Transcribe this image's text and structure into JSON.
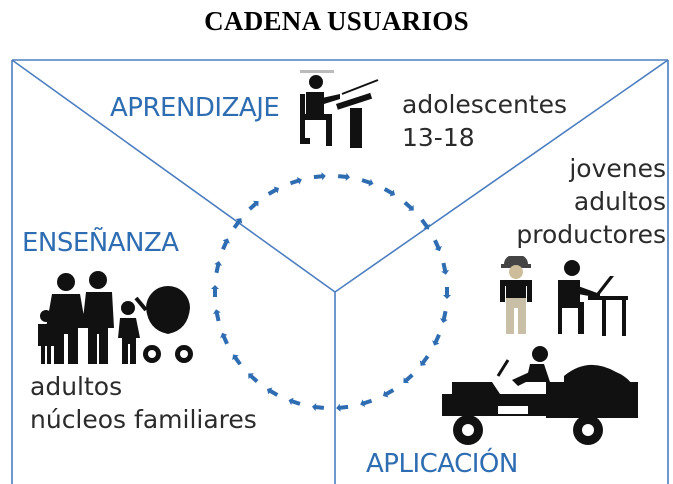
{
  "title": "CADENA USUARIOS",
  "sections": {
    "learning": {
      "label": "APRENDIZAJE",
      "audience": [
        "adolescentes",
        "13-18"
      ]
    },
    "teaching": {
      "label": "ENSEÑANZA",
      "audience": [
        "adultos",
        "núcleos familiares"
      ]
    },
    "application": {
      "label": "APLICACIÓN",
      "audience": [
        "jovenes",
        "adultos",
        "productores"
      ]
    }
  },
  "icons": [
    "student-at-desk-icon",
    "family-with-stroller-icon",
    "worker-icon",
    "person-at-laptop-icon",
    "tractor-icon",
    "cycle-arrows-icon"
  ],
  "colors": {
    "accent": "#2f6db3",
    "lines": "#4d7fc0",
    "icons": "#111111",
    "worker_pants": "#c8bfa6"
  }
}
